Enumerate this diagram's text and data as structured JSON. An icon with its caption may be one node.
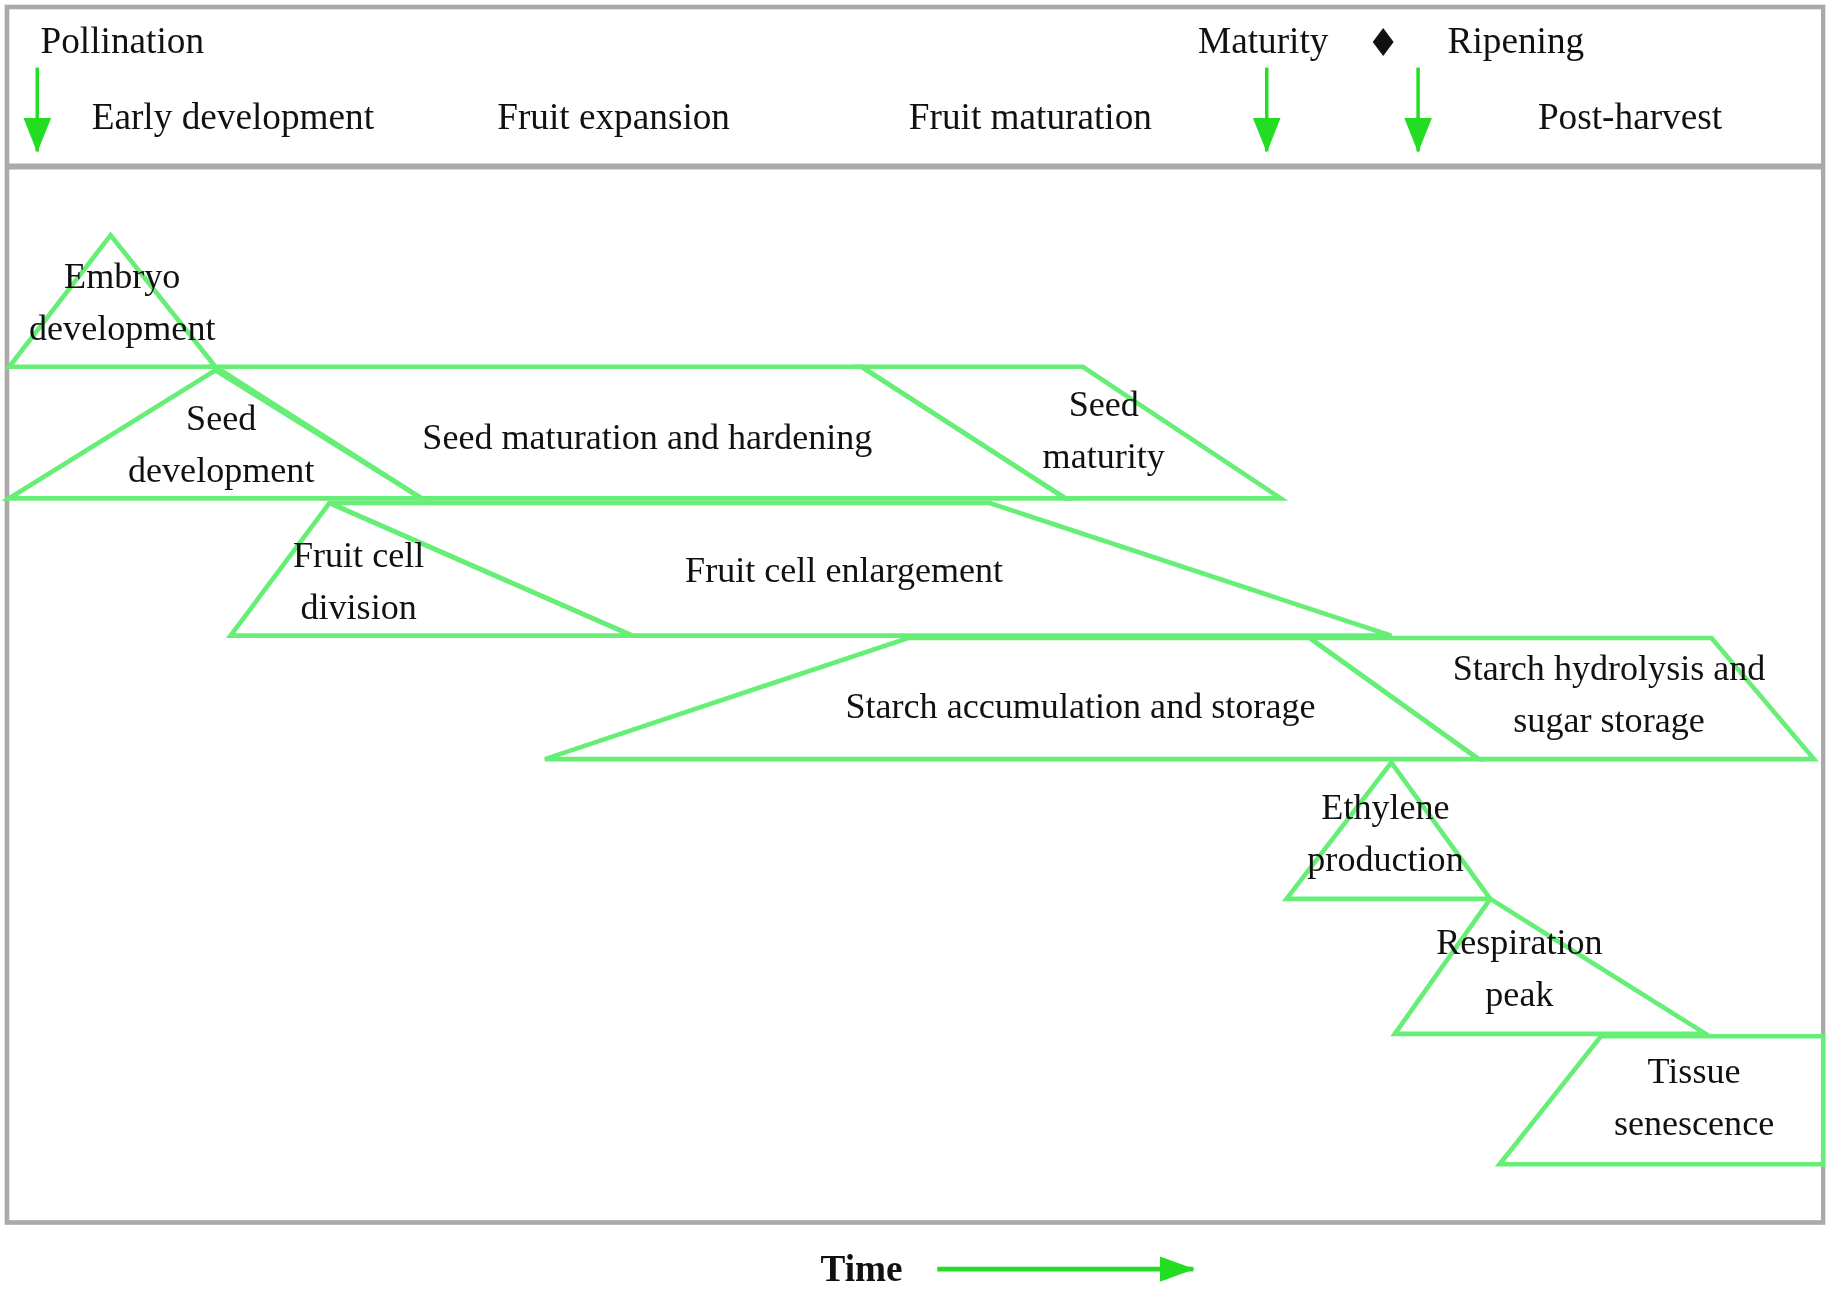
{
  "diagram": {
    "nodes": [
      {
        "text": [
          "Embryo development"
        ]
      },
      {
        "text": [
          "Seed development"
        ]
      },
      {
        "text": [
          "Seed maturation and hardening"
        ]
      },
      {
        "text": [
          "Seed maturity"
        ]
      },
      {
        "text": [
          "Fruit cell division"
        ]
      },
      {
        "text": [
          "Fruit cell enlargement"
        ]
      },
      {
        "text": [
          "Starch accumulation and storage"
        ]
      },
      {
        "text": [
          "Starch hydrolysis and sugar storage"
        ]
      },
      {
        "text": [
          "Ethylene production"
        ]
      },
      {
        "text": [
          "Respiration peak"
        ]
      },
      {
        "text": [
          "Tissue senescence"
        ]
      }
    ],
    "labels": [
      "Pollination",
      "Maturity",
      "Ripening",
      "Early development",
      "Fruit expansion",
      "Fruit maturation",
      "Post-harvest",
      "Time"
    ]
  }
}
